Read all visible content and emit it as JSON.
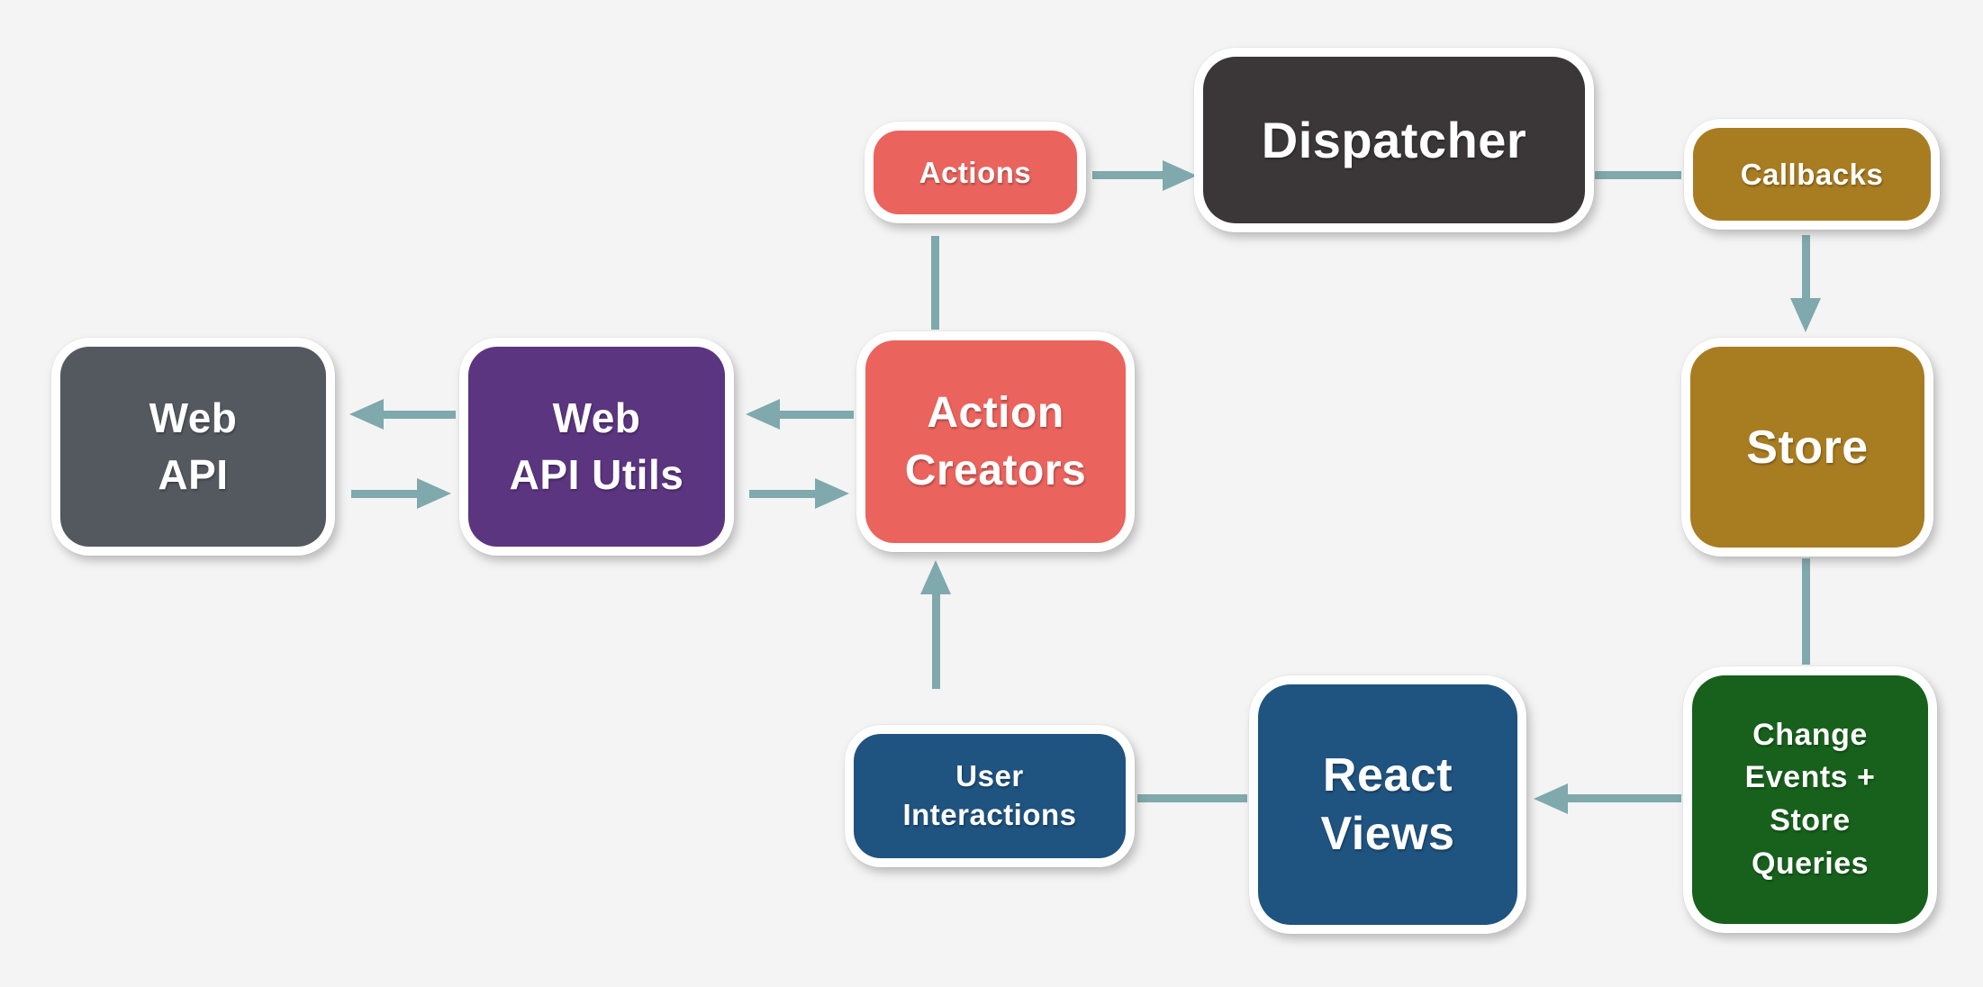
{
  "background_color": "#f4f4f4",
  "arrow_color": "#7fa9ac",
  "node_text_color": "#ffffff",
  "node_border_color": "#ffffff",
  "nodes": {
    "actions": {
      "label": "Actions",
      "color": "#eb635d"
    },
    "dispatcher": {
      "label": "Dispatcher",
      "color": "#3b3738"
    },
    "callbacks": {
      "label": "Callbacks",
      "color": "#a87c20"
    },
    "store": {
      "label": "Store",
      "color": "#a87c20"
    },
    "change_events_store_queries": {
      "label": "Change Events + Store Queries",
      "lines": [
        "Change",
        "Events +",
        "Store",
        "Queries"
      ],
      "color": "#17611c"
    },
    "react_views": {
      "label": "React Views",
      "lines": [
        "React",
        "Views"
      ],
      "color": "#1f5380"
    },
    "user_interactions": {
      "label": "User Interactions",
      "lines": [
        "User",
        "Interactions"
      ],
      "color": "#1f5380"
    },
    "action_creators": {
      "label": "Action Creators",
      "lines": [
        "Action",
        "Creators"
      ],
      "color": "#eb635d"
    },
    "web_api_utils": {
      "label": "Web API Utils",
      "lines": [
        "Web",
        "API Utils"
      ],
      "color": "#5c3580"
    },
    "web_api": {
      "label": "Web API",
      "lines": [
        "Web",
        "API"
      ],
      "color": "#545960"
    }
  },
  "edges": [
    {
      "from": "Actions",
      "to": "Dispatcher",
      "arrowhead": true
    },
    {
      "from": "Dispatcher",
      "to": "Callbacks",
      "arrowhead": false
    },
    {
      "from": "Callbacks",
      "to": "Store",
      "arrowhead": true
    },
    {
      "from": "Store",
      "to": "Change Events + Store Queries",
      "arrowhead": false
    },
    {
      "from": "Change Events + Store Queries",
      "to": "React Views",
      "arrowhead": true
    },
    {
      "from": "React Views",
      "to": "User Interactions",
      "arrowhead": false
    },
    {
      "from": "User Interactions",
      "to": "Action Creators",
      "arrowhead": true
    },
    {
      "from": "Action Creators",
      "to": "Actions",
      "arrowhead": false
    },
    {
      "from": "Action Creators",
      "to": "Web API Utils",
      "arrowhead": true
    },
    {
      "from": "Web API Utils",
      "to": "Action Creators",
      "arrowhead": true
    },
    {
      "from": "Web API Utils",
      "to": "Web API",
      "arrowhead": true
    },
    {
      "from": "Web API",
      "to": "Web API Utils",
      "arrowhead": true
    }
  ]
}
